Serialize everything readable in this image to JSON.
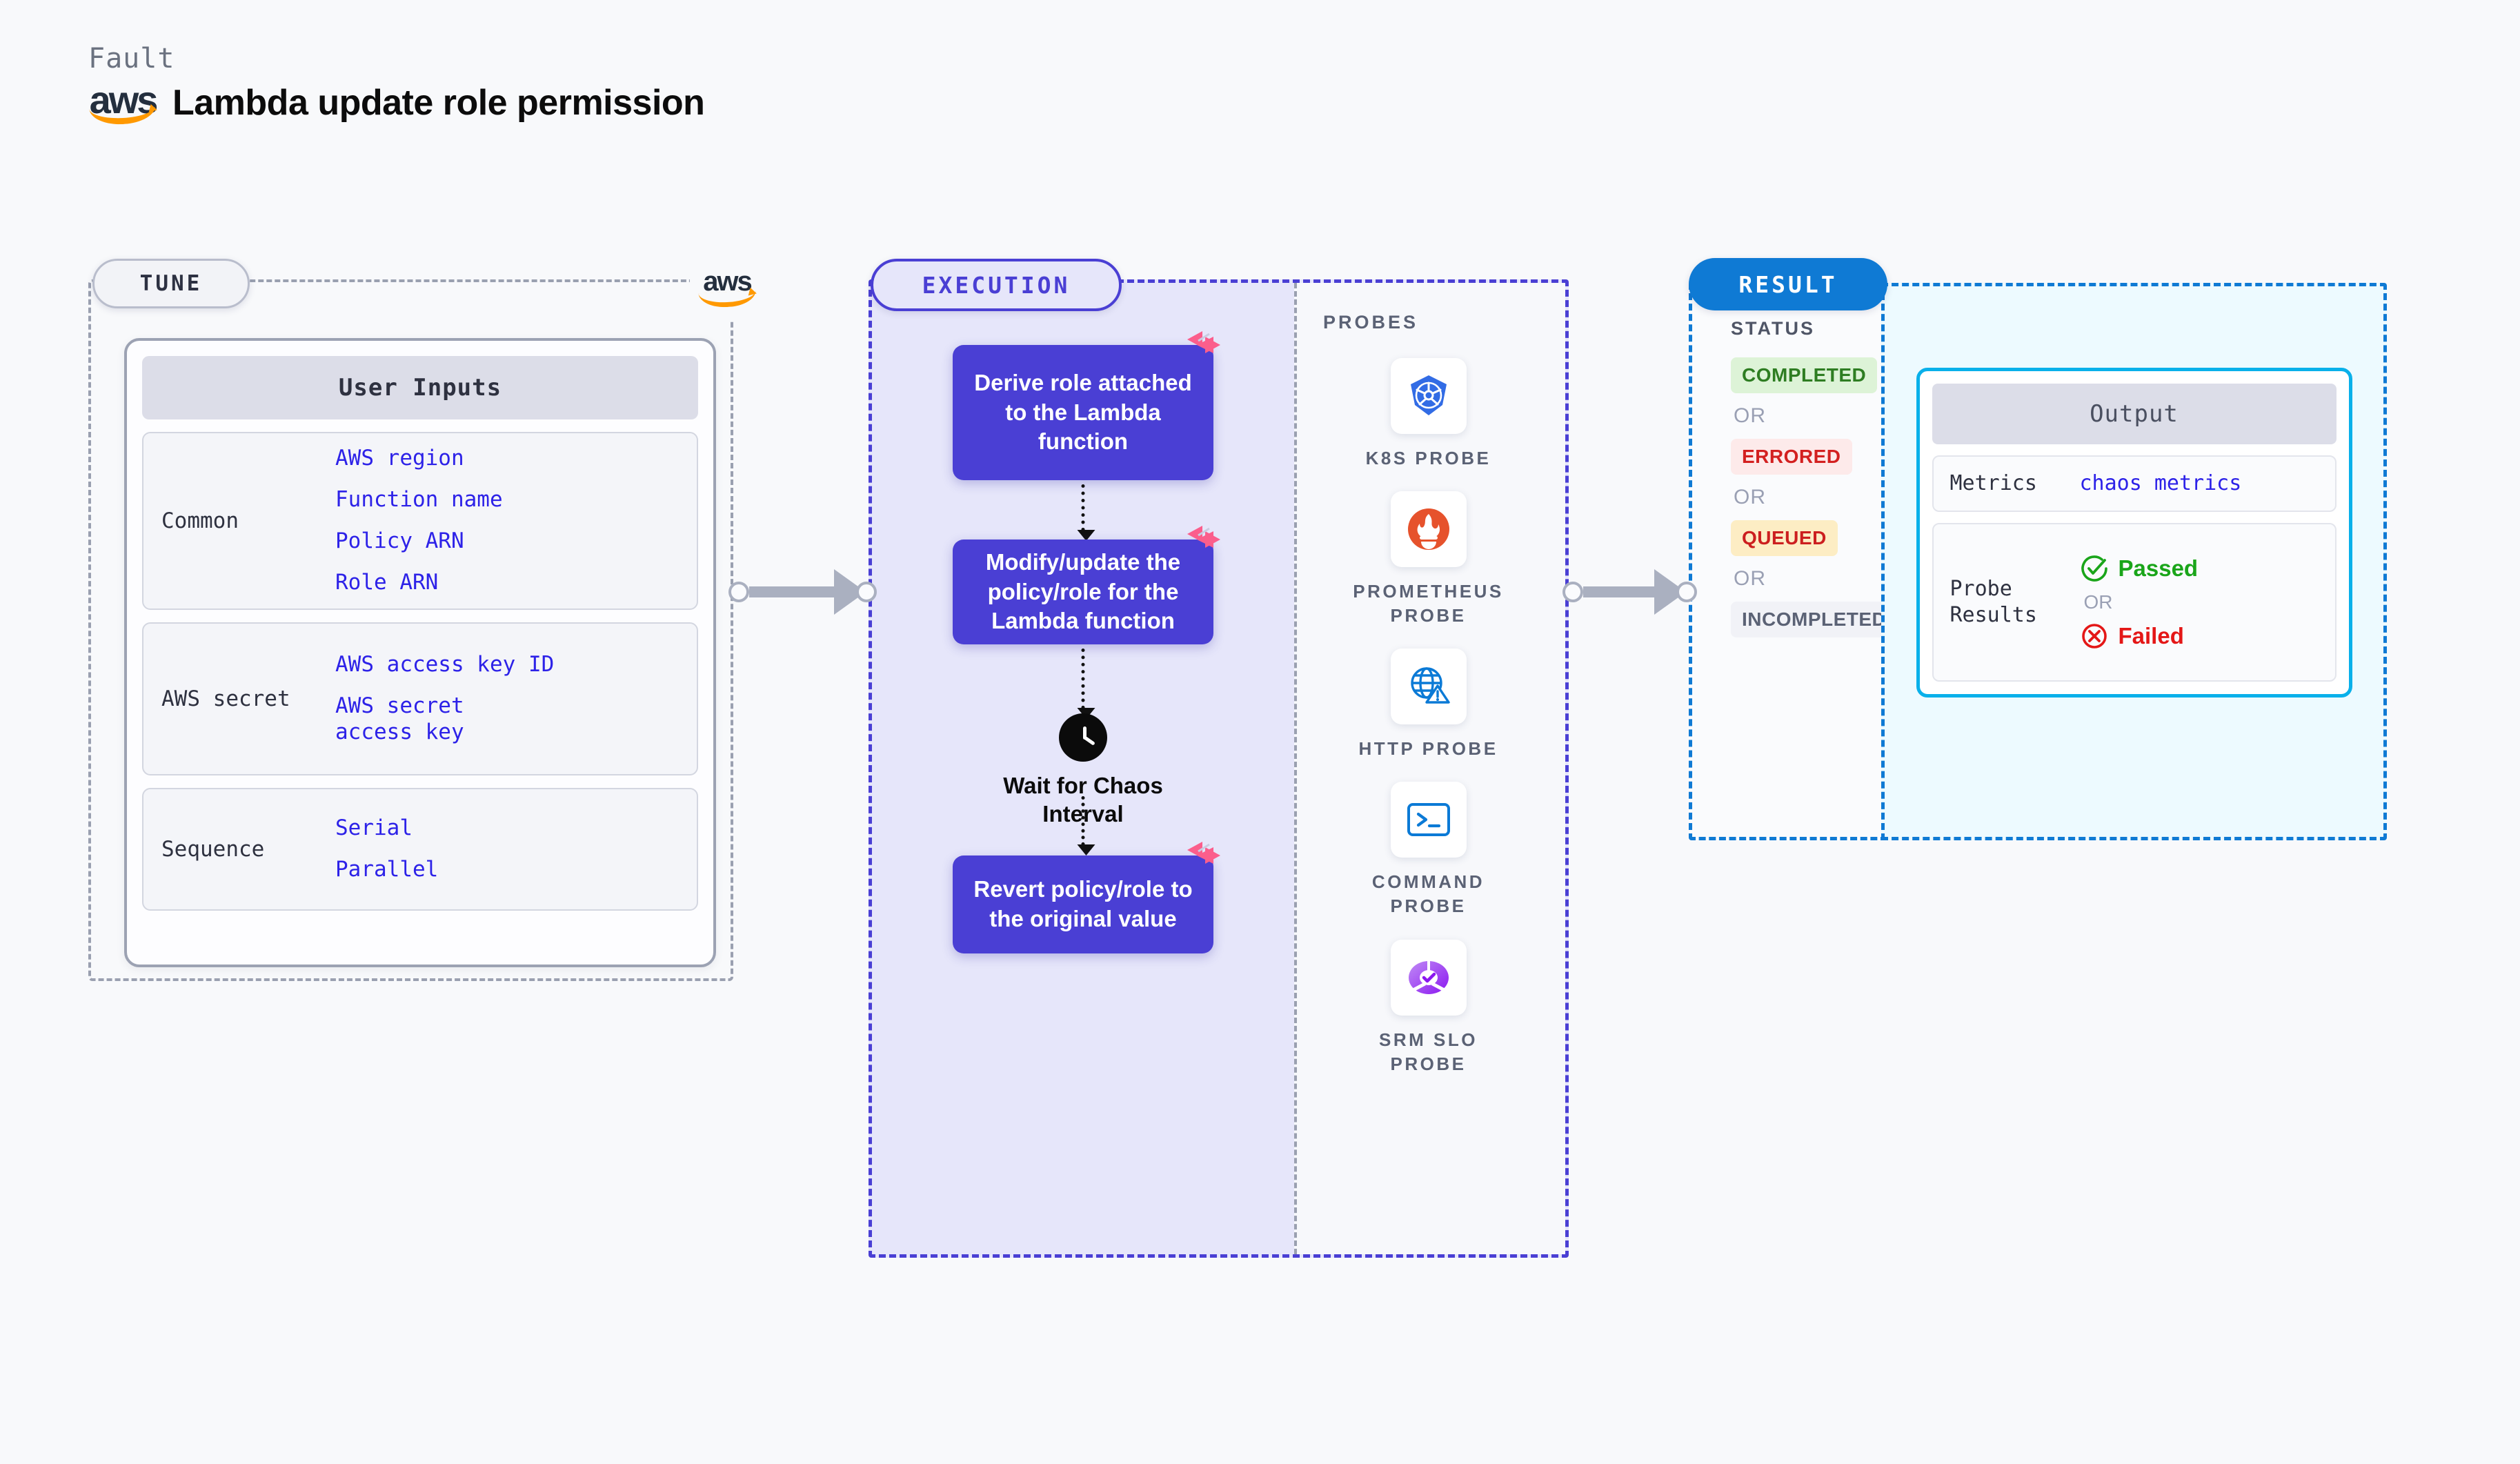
{
  "header": {
    "fault_label": "Fault",
    "title": "Lambda update role permission",
    "logo_text": "aws"
  },
  "tune": {
    "badge": "TUNE",
    "card_header": "User Inputs",
    "logo_text": "aws",
    "groups": [
      {
        "label": "Common",
        "values": [
          "AWS region",
          "Function name",
          "Policy ARN",
          "Role ARN"
        ]
      },
      {
        "label": "AWS secret",
        "values": [
          "AWS access key ID",
          "AWS secret access key"
        ]
      },
      {
        "label": "Sequence",
        "values": [
          "Serial",
          "Parallel"
        ]
      }
    ]
  },
  "execution": {
    "badge": "EXECUTION",
    "steps": [
      {
        "type": "box",
        "text": "Derive role attached to the Lambda function",
        "badge_icon": "chaos-bolt-icon"
      },
      {
        "type": "box",
        "text": "Modify/update the policy/role for the Lambda function",
        "badge_icon": "chaos-bolt-icon"
      },
      {
        "type": "wait",
        "text": "Wait for Chaos Interval",
        "icon": "clock-icon"
      },
      {
        "type": "box",
        "text": "Revert policy/role to the original value",
        "badge_icon": "chaos-bolt-icon"
      }
    ]
  },
  "probes": {
    "title": "PROBES",
    "items": [
      {
        "label": "K8S PROBE",
        "icon": "kubernetes-icon"
      },
      {
        "label": "PROMETHEUS PROBE",
        "icon": "prometheus-icon"
      },
      {
        "label": "HTTP PROBE",
        "icon": "http-globe-warning-icon"
      },
      {
        "label": "COMMAND PROBE",
        "icon": "terminal-icon"
      },
      {
        "label": "SRM SLO PROBE",
        "icon": "srm-slo-donut-icon"
      }
    ]
  },
  "result": {
    "badge": "RESULT",
    "status_title": "STATUS",
    "or_label": "OR",
    "statuses": [
      {
        "label": "COMPLETED",
        "text_color": "#2e7d22",
        "bg_color": "#ddf3d7"
      },
      {
        "label": "ERRORED",
        "text_color": "#d32020",
        "bg_color": "#fdeaea"
      },
      {
        "label": "QUEUED",
        "text_color": "#cc1f1f",
        "bg_color": "#fdedc4"
      },
      {
        "label": "INCOMPLETED",
        "text_color": "#5b6275",
        "bg_color": "#f1f2f7"
      }
    ],
    "output": {
      "header": "Output",
      "metrics_label": "Metrics",
      "metrics_value": "chaos metrics",
      "probe_results_label": "Probe Results",
      "passed_label": "Passed",
      "failed_label": "Failed",
      "or_label": "OR",
      "passed_color": "#1aa51a",
      "failed_color": "#e41717"
    }
  },
  "colors": {
    "accent_purple": "#4a3fd4",
    "accent_blue": "#0f7ad4",
    "accent_cyan": "#09b0ea",
    "value_blue": "#2d22e8",
    "chaos_pink": "#fb5e8c",
    "aws_orange": "#ff9900"
  }
}
